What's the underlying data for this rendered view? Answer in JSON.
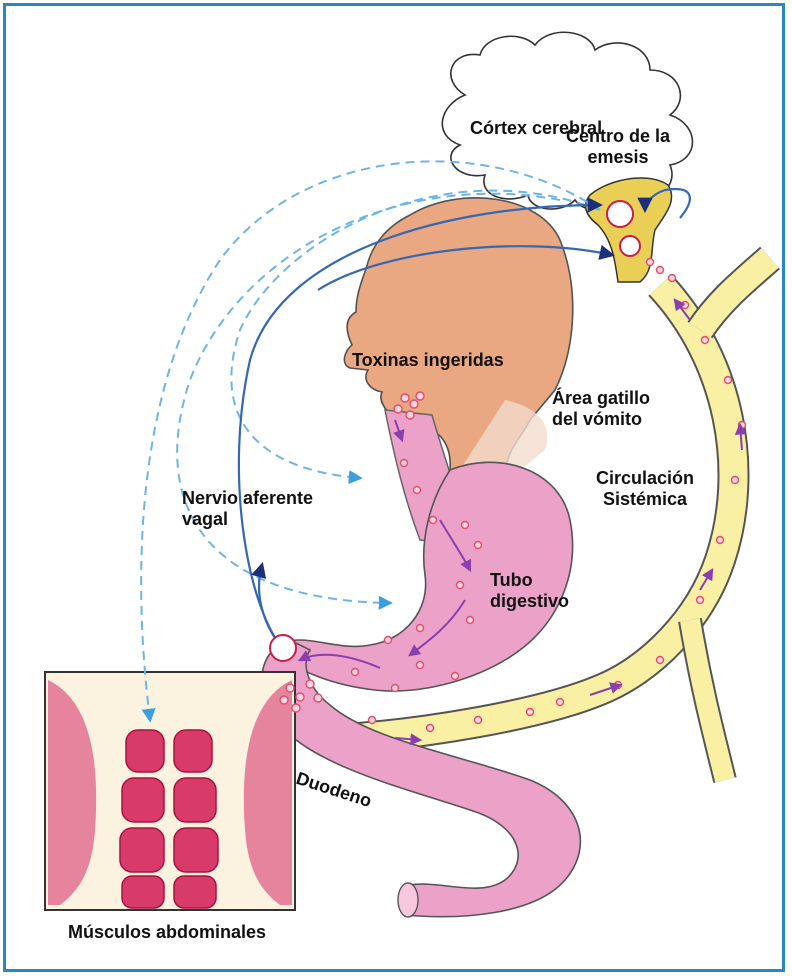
{
  "labels": {
    "cortex": "Córtex cerebral",
    "emesis_center": "Centro de la\nemesis",
    "toxins": "Toxinas ingeridas",
    "trigger_area": "Área gatillo\ndel vómito",
    "vagal_nerve": "Nervio aferente\nvagal",
    "systemic_circulation": "Circulación\nSistémica",
    "digestive_tube": "Tubo\ndigestivo",
    "duodenum": "Duodeno",
    "abdominal_muscles": "Músculos abdominales"
  },
  "colors": {
    "frame": "#2b86c4",
    "skin": "#e8a078",
    "stomach": "#eca2c8",
    "circulation": "#faf0a4",
    "dashed_arrow": "#6fb4e6",
    "solid_arrow": "#3568b0",
    "toxin_dot": "#e84a6a",
    "flow_arrow": "#8a3fb0",
    "muscle": "#d83a6a"
  }
}
